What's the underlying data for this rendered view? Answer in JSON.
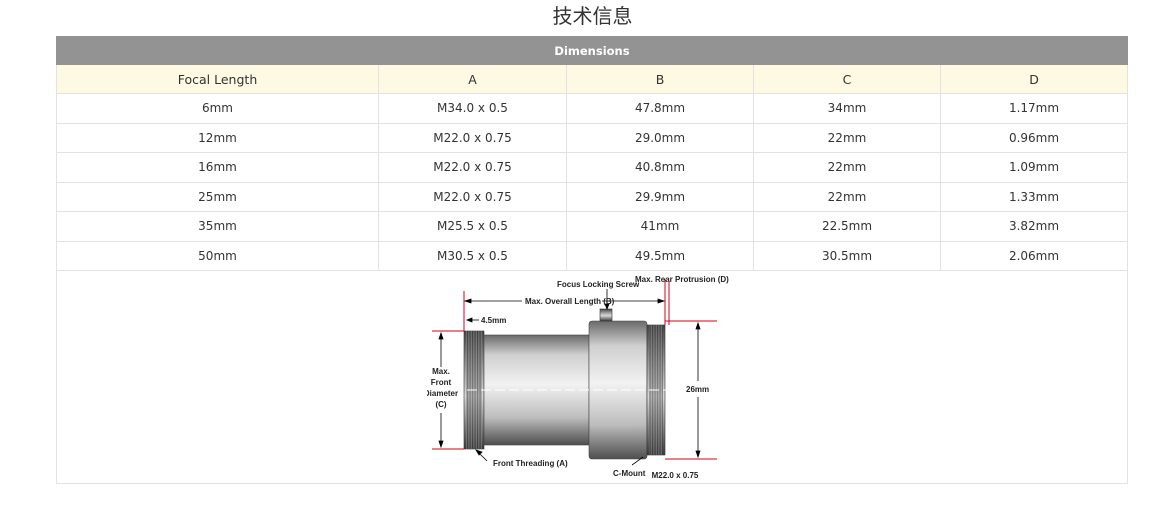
{
  "page": {
    "title": "技术信息"
  },
  "table": {
    "section_header": "Dimensions",
    "columns": [
      "Focal Length",
      "A",
      "B",
      "C",
      "D"
    ],
    "rows": [
      [
        "6mm",
        "M34.0 x 0.5",
        "47.8mm",
        "34mm",
        "1.17mm"
      ],
      [
        "12mm",
        "M22.0 x 0.75",
        "29.0mm",
        "22mm",
        "0.96mm"
      ],
      [
        "16mm",
        "M22.0 x 0.75",
        "40.8mm",
        "22mm",
        "1.09mm"
      ],
      [
        "25mm",
        "M22.0 x 0.75",
        "29.9mm",
        "22mm",
        "1.33mm"
      ],
      [
        "35mm",
        "M25.5 x 0.5",
        "41mm",
        "22.5mm",
        "3.82mm"
      ],
      [
        "50mm",
        "M30.5 x 0.5",
        "49.5mm",
        "30.5mm",
        "2.06mm"
      ]
    ]
  },
  "diagram": {
    "focus_locking_screw": "Focus Locking Screw",
    "max_rear_protrusion": "Max. Rear Protrusion (D)",
    "max_overall_length": "Max. Overall Length (B)",
    "offset_label": "4.5mm",
    "front_diameter_lines": [
      "Max.",
      "Front",
      "Diameter",
      "(C)"
    ],
    "mount_diameter": "26mm",
    "front_threading": "Front Threading (A)",
    "c_mount": "C-Mount",
    "mount_thread": "M22.0 x 0.75",
    "colors": {
      "metal_light": "#e8e8e8",
      "metal_dark": "#5a5a5a",
      "dimension_red": "#d0021b"
    }
  }
}
